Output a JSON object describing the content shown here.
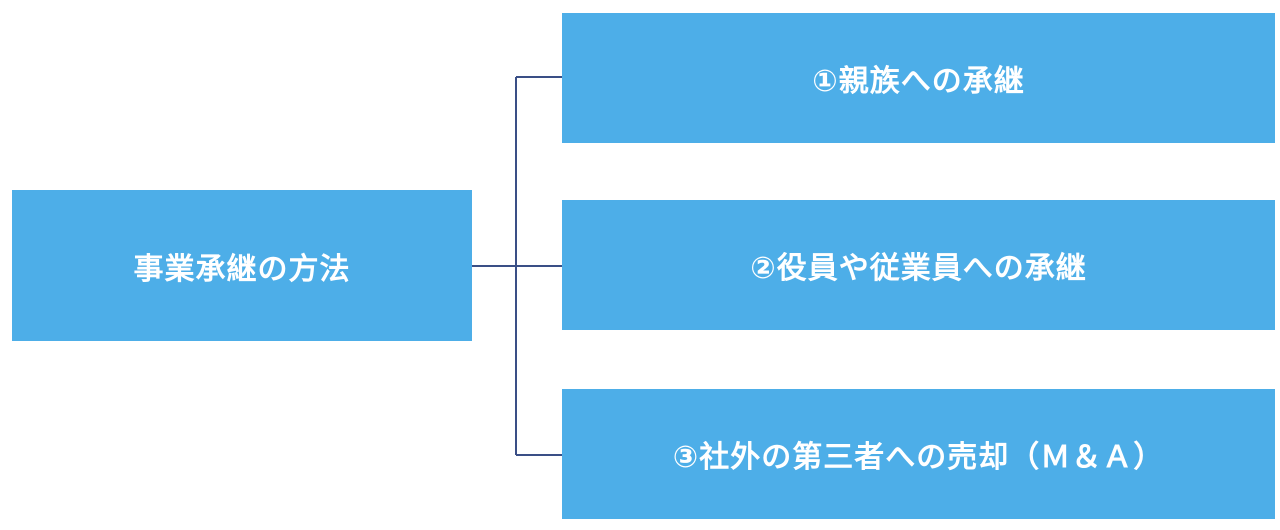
{
  "diagram": {
    "root": {
      "label": "事業承継の方法"
    },
    "children": [
      {
        "label": "①親族への承継"
      },
      {
        "label": "②役員や従業員への承継"
      },
      {
        "label": "③社外の第三者への売却（Ｍ＆Ａ）"
      }
    ]
  },
  "colors": {
    "box_fill": "#4daee8",
    "box_text": "#ffffff",
    "connector": "#3a4f86"
  }
}
